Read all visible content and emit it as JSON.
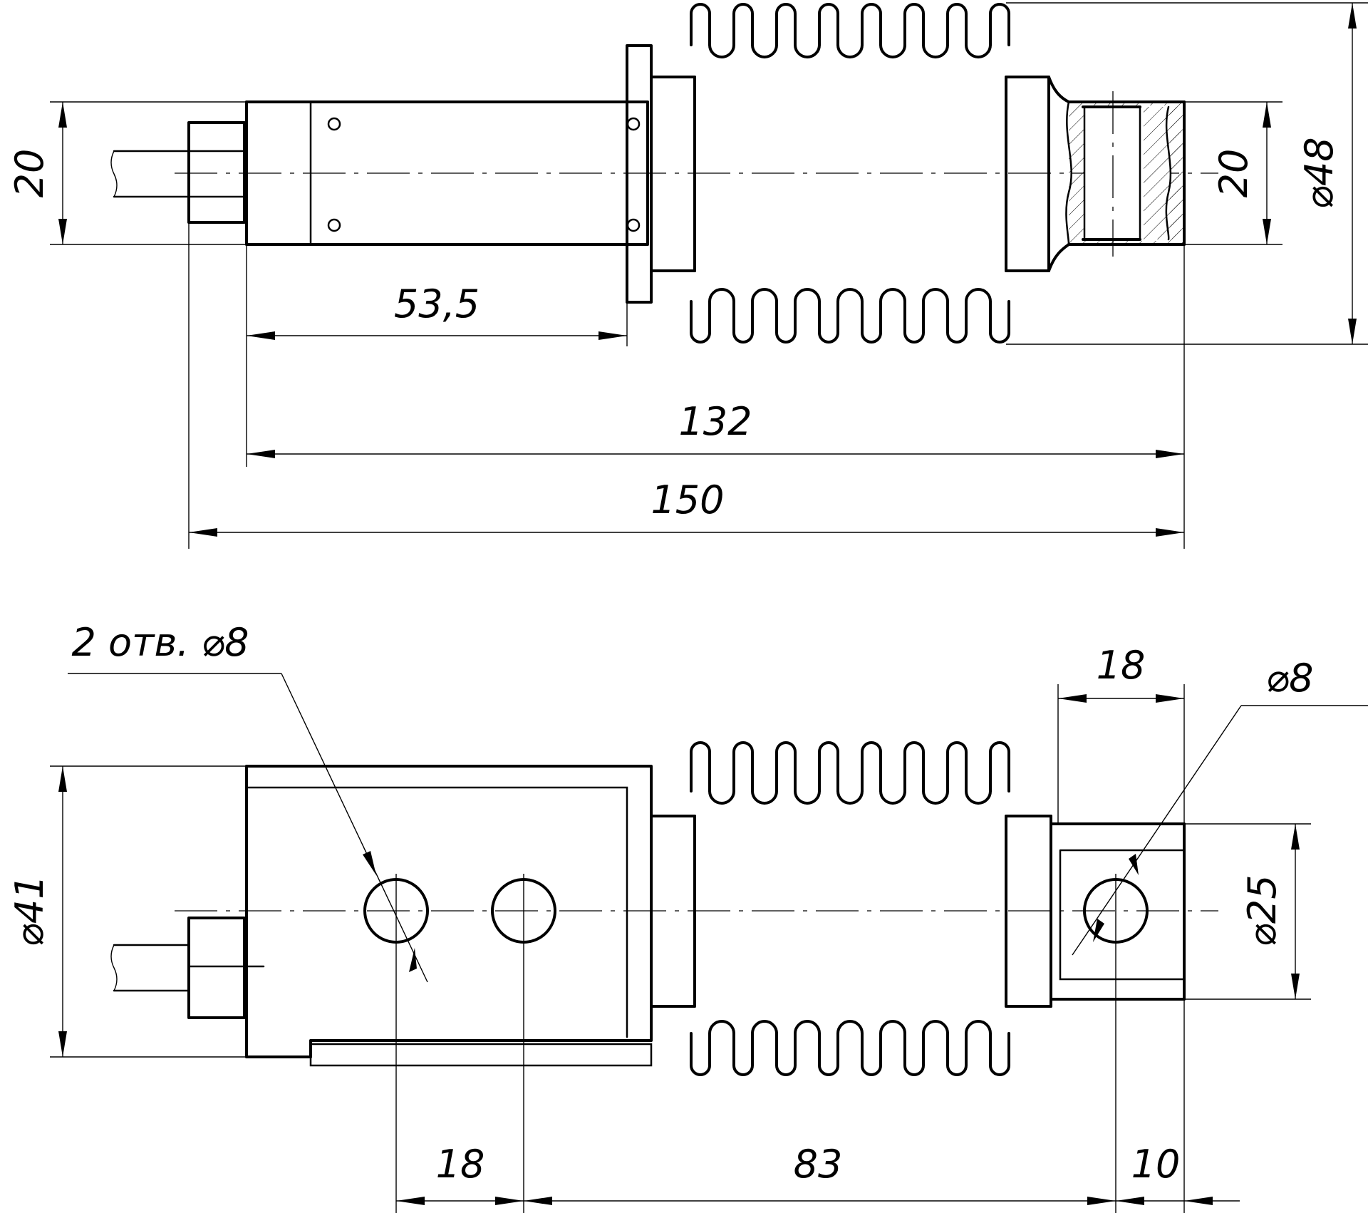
{
  "top_view": {
    "dim_length_to_flange": "53,5",
    "dim_body_length": "132",
    "dim_overall_length": "150",
    "dim_left_height": "20",
    "dim_right_height": "20",
    "dim_fin_diameter": "⌀48"
  },
  "bottom_view": {
    "hole_callout": "2 отв. ⌀8",
    "dim_hole_spacing": "18",
    "dim_mount_to_load": "83",
    "dim_load_hole_offset": "10",
    "dim_load_block_length": "18",
    "dim_load_hole_diameter": "⌀8",
    "dim_body_diameter": "⌀41",
    "dim_load_block_diameter": "⌀25"
  }
}
